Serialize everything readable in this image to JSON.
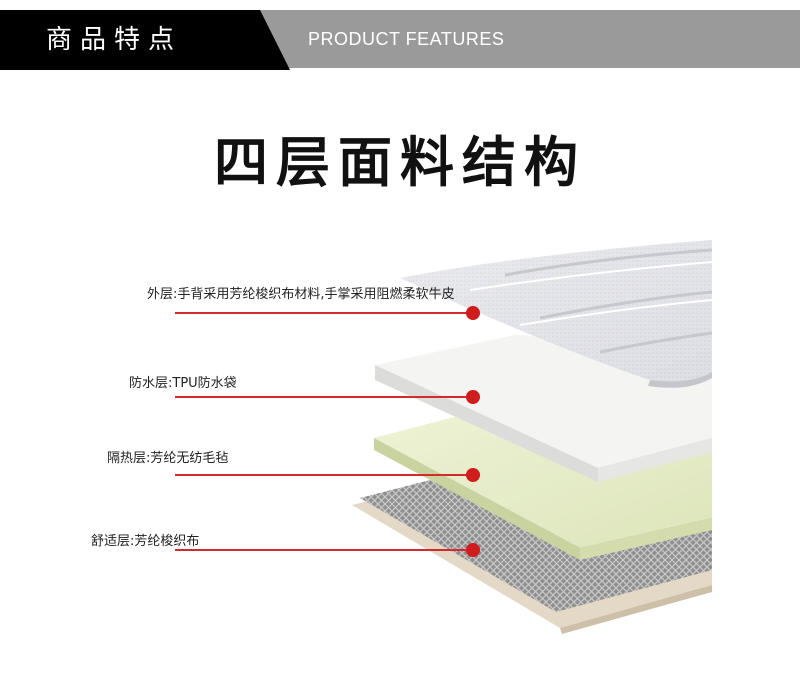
{
  "header": {
    "title_zh": "商品特点",
    "title_en": "PRODUCT FEATURES"
  },
  "main_title": "四层面料结构",
  "layers": [
    {
      "label": "外层:手背采用芳纶梭织布材料,手掌采用阻燃柔软牛皮"
    },
    {
      "label": "防水层:TPU防水袋"
    },
    {
      "label": "隔热层:芳纶无纺毛毡"
    },
    {
      "label": "舒适层:芳纶梭织布"
    }
  ],
  "colors": {
    "accent_red": "#cf1c1c",
    "header_grey": "#9a9a9a",
    "header_black": "#000000"
  }
}
